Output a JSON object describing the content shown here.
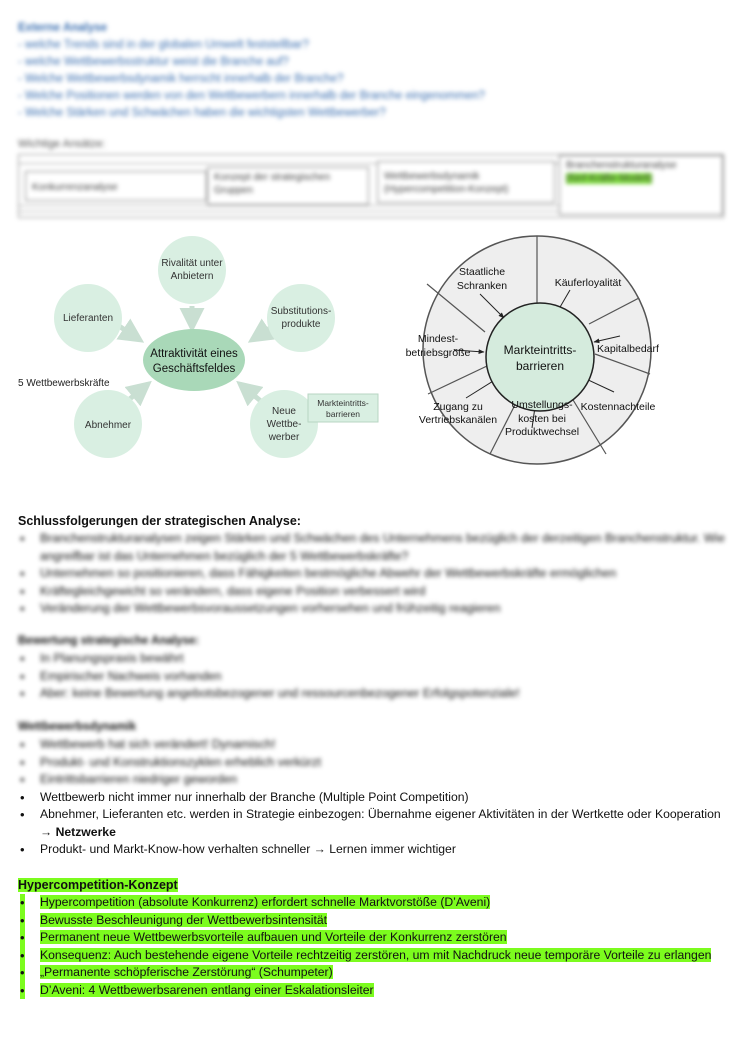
{
  "external": {
    "title": "Externe Analyse",
    "items": [
      "- welche Trends sind in der globalen Umwelt feststellbar?",
      "- welche Wettbewerbsstruktur weist die Branche auf?",
      "- Welche Wettbewerbsdynamik herrscht innerhalb der Branche?",
      "- Welche Positionen werden von den Wettbewerbern innerhalb der Branche eingenommen?",
      "- Welche Stärken und Schwächen haben die wichtigsten Wettbewerber?"
    ]
  },
  "approaches": {
    "label": "Wichtige Ansätze:",
    "cells": [
      "Konkurrenzanalyse",
      "Konzept der strategischen Gruppen",
      "Wettbewerbsdynamik (Hypercompetition-Konzept)",
      "Branchenstrukturanalyse",
      "(fünf-Kräfte-Modell)"
    ]
  },
  "five_forces": {
    "side_label": "5 Wettbewerbskräfte",
    "center": [
      "Attraktivität eines",
      "Geschäftsfeldes"
    ],
    "top": [
      "Rivalität unter",
      "Anbietern"
    ],
    "left": "Lieferanten",
    "right": [
      "Substitutions-",
      "produkte"
    ],
    "bottom_left": "Abnehmer",
    "bottom_right": [
      "Neue",
      "Wettbe-",
      "werber"
    ],
    "tag": [
      "Markteintritts-",
      "barrieren"
    ]
  },
  "barriers": {
    "center": [
      "Markteintritts-",
      "barrieren"
    ],
    "segments": [
      [
        "Staatliche",
        "Schranken"
      ],
      [
        "Käuferloyalität"
      ],
      [
        "Kapitalbedarf"
      ],
      [
        "Kostennachteile"
      ],
      [
        "Umstellungs-",
        "kosten bei",
        "Produktwechsel"
      ],
      [
        "Zugang zu",
        "Vertriebskanälen"
      ],
      [
        "Mindest-",
        "betriebsgröße"
      ]
    ]
  },
  "conclusions": {
    "title": "Schlussfolgerungen der strategischen Analyse:",
    "items": [
      "Branchenstrukturanalysen zeigen Stärken und Schwächen des Unternehmens bezüglich der derzeitigen Branchenstruktur. Wie angreifbar ist das Unternehmen bezüglich der 5 Wettbewerbskräfte?",
      "Unternehmen so positionieren, dass Fähigkeiten bestmögliche Abwehr der Wettbewerbskräfte ermöglichen",
      "Kräftegleichgewicht so verändern, dass eigene Position verbessert wird",
      "Veränderung der Wettbewerbsvoraussetzungen vorhersehen und frühzeitig reagieren"
    ]
  },
  "evaluation": {
    "title": "Bewertung strategische Analyse:",
    "items": [
      "In Planungspraxis bewährt",
      "Empirischer Nachweis vorhanden",
      "Aber: keine Bewertung angebotsbezogener und ressourcenbezogener Erfolgspotenziale!"
    ]
  },
  "dynamics": {
    "title": "Wettbewerbsdynamik",
    "blurred_items": [
      "Wettbewerb hat sich verändert! Dynamisch!",
      "Produkt- und Konstruktionszyklen erheblich verkürzt",
      "Eintrittsbarrieren niedriger geworden"
    ],
    "item4": "Wettbewerb nicht immer nur innerhalb der Branche (Multiple Point Competition)",
    "item5_a": "Abnehmer, Lieferanten etc. werden in Strategie einbezogen: Übernahme eigener Aktivitäten in der Wertkette oder Kooperation → ",
    "item5_b": "Netzwerke",
    "item6": "Produkt- und Markt-Know-how verhalten schneller → Lernen immer wichtiger"
  },
  "hyper": {
    "title": "Hypercompetition-Konzept",
    "items": [
      "Hypercompetition (absolute Konkurrenz) erfordert schnelle Marktvorstöße (D’Aveni)",
      "Bewusste Beschleunigung der Wettbewerbsintensität",
      "Permanent neue Wettbewerbsvorteile aufbauen und Vorteile der Konkurrenz zerstören",
      "Konsequenz: Auch bestehende eigene Vorteile rechtzeitig zerstören, um mit Nachdruck neue temporäre Vorteile zu erlangen",
      "„Permanente schöpferische Zerstörung“ (Schumpeter)",
      "D’Aveni: 4 Wettbewerbsarenen entlang einer Eskalationsleiter"
    ]
  },
  "colors": {
    "highlight": "#7cfc1e",
    "link_blue": "#3b6fb0",
    "bubble": "#d9efe2",
    "center_bubble": "#a9d8b8"
  }
}
